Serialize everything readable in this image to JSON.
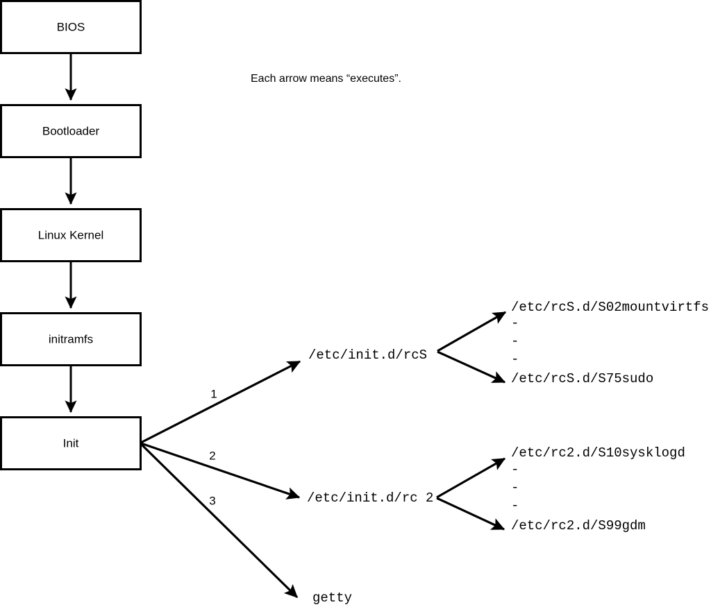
{
  "diagram": {
    "title_note": "Each arrow means “executes”.",
    "stroke_color": "#000000",
    "background_color": "#ffffff",
    "box_fill": "#ffffff",
    "boot_chain": [
      {
        "id": "bios",
        "label": "BIOS"
      },
      {
        "id": "bootloader",
        "label": "Bootloader"
      },
      {
        "id": "kernel",
        "label": "Linux Kernel"
      },
      {
        "id": "initramfs",
        "label": "initramfs"
      },
      {
        "id": "init",
        "label": "Init"
      }
    ],
    "init_branches": [
      {
        "number": "1",
        "target": "/etc/init.d/rcS"
      },
      {
        "number": "2",
        "target": "/etc/init.d/rc 2"
      },
      {
        "number": "3",
        "target": "getty"
      }
    ],
    "rcs_scripts": {
      "first": "/etc/rcS.d/S02mountvirtfs",
      "ellipsis": [
        "-",
        "-",
        "-"
      ],
      "last": "/etc/rcS.d/S75sudo"
    },
    "rc2_scripts": {
      "first": "/etc/rc2.d/S10sysklogd",
      "ellipsis": [
        "-",
        "-",
        "-"
      ],
      "last": "/etc/rc2.d/S99gdm"
    }
  }
}
